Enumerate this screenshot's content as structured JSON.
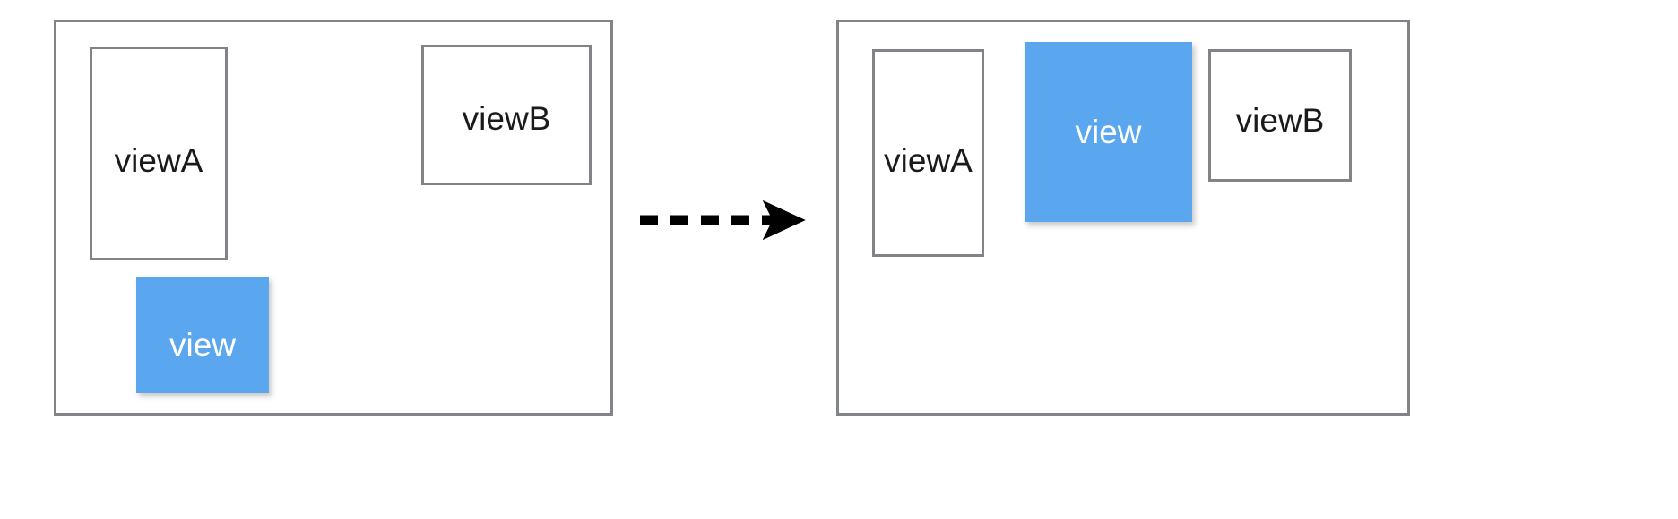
{
  "diagram": {
    "type": "before-after-view-layout",
    "colors": {
      "panel_border": "#808388",
      "box_border": "#808388",
      "highlight_fill": "#5aa7f0",
      "highlight_text": "#ffffff",
      "label_text": "#1a1a1a",
      "arrow": "#000000",
      "background": "#ffffff"
    },
    "before": {
      "panel_name": "before-panel",
      "boxes": [
        {
          "id": "viewA",
          "label": "viewA",
          "style": "outlined"
        },
        {
          "id": "viewB",
          "label": "viewB",
          "style": "outlined"
        },
        {
          "id": "view",
          "label": "view",
          "style": "highlighted"
        }
      ]
    },
    "arrow": {
      "name": "dashed-arrow",
      "direction": "right",
      "style": "dashed",
      "dash_count": 6
    },
    "after": {
      "panel_name": "after-panel",
      "boxes": [
        {
          "id": "viewA",
          "label": "viewA",
          "style": "outlined"
        },
        {
          "id": "view",
          "label": "view",
          "style": "highlighted"
        },
        {
          "id": "viewB",
          "label": "viewB",
          "style": "outlined"
        }
      ]
    }
  }
}
